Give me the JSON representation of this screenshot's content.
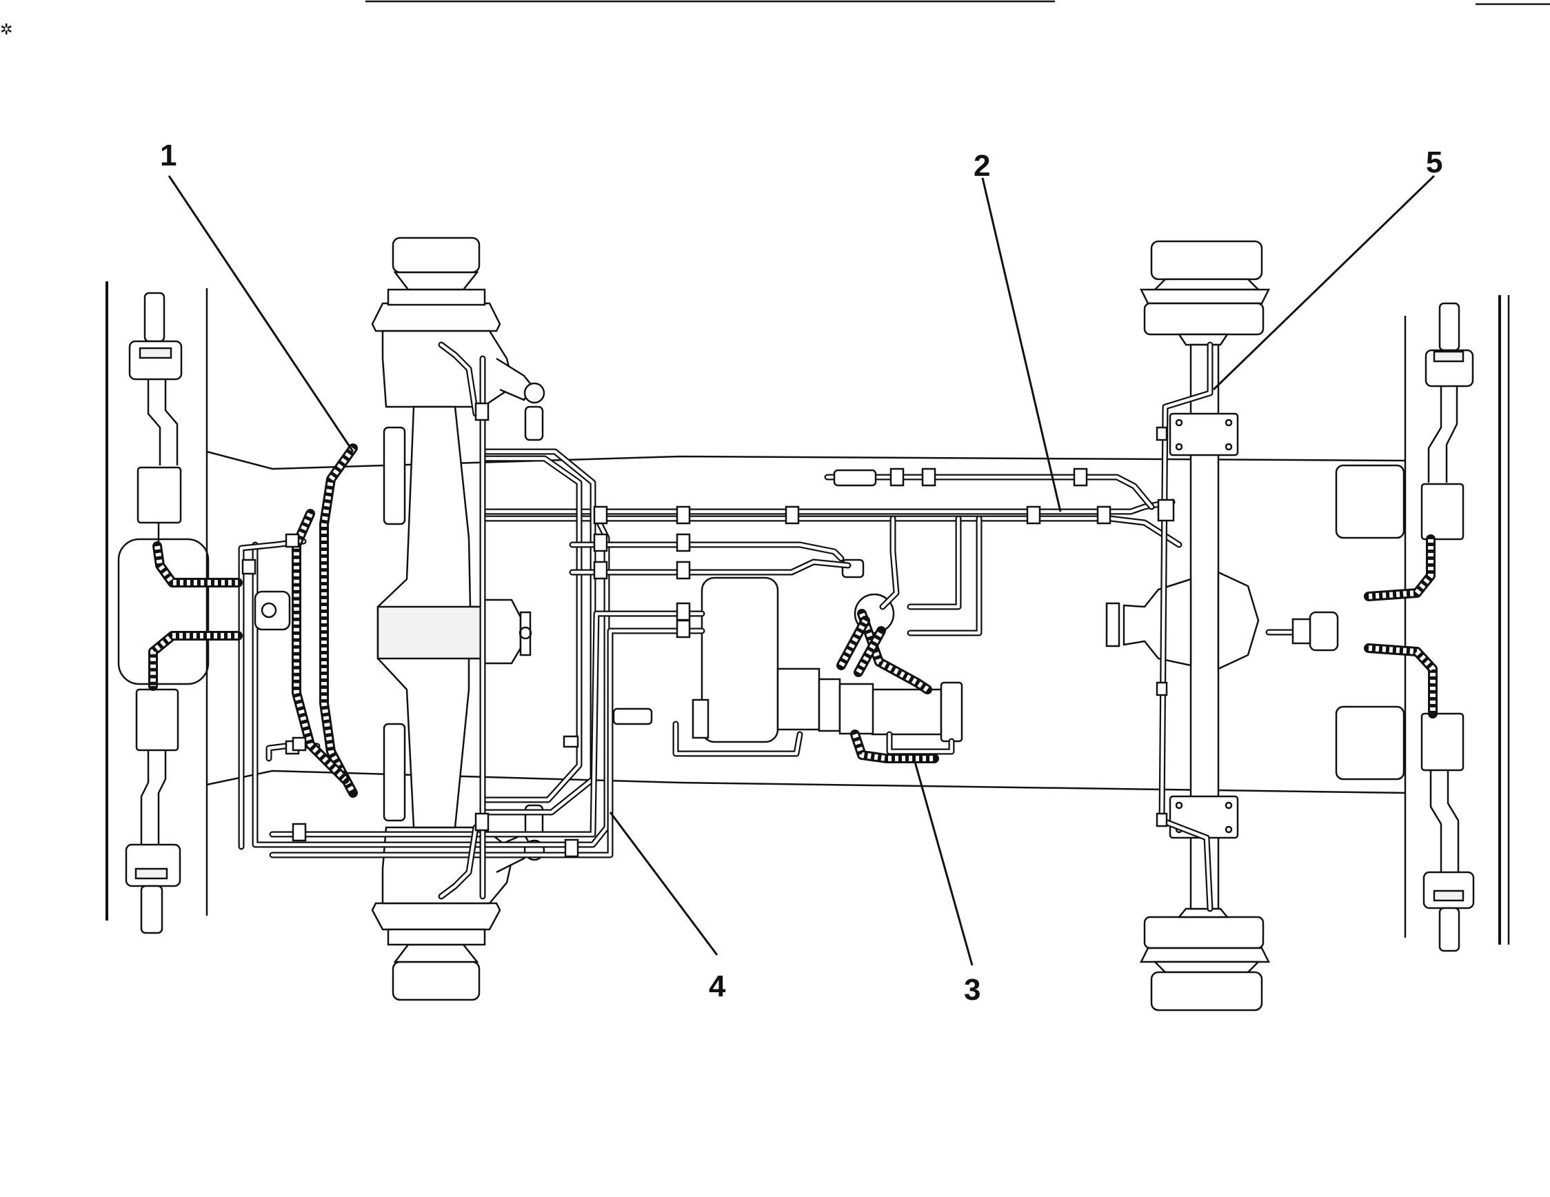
{
  "callouts": [
    {
      "number": "1"
    },
    {
      "number": "2"
    },
    {
      "number": "3"
    },
    {
      "number": "4"
    },
    {
      "number": "5"
    }
  ],
  "colors": {
    "ink": "#111111",
    "paper": "#ffffff"
  }
}
